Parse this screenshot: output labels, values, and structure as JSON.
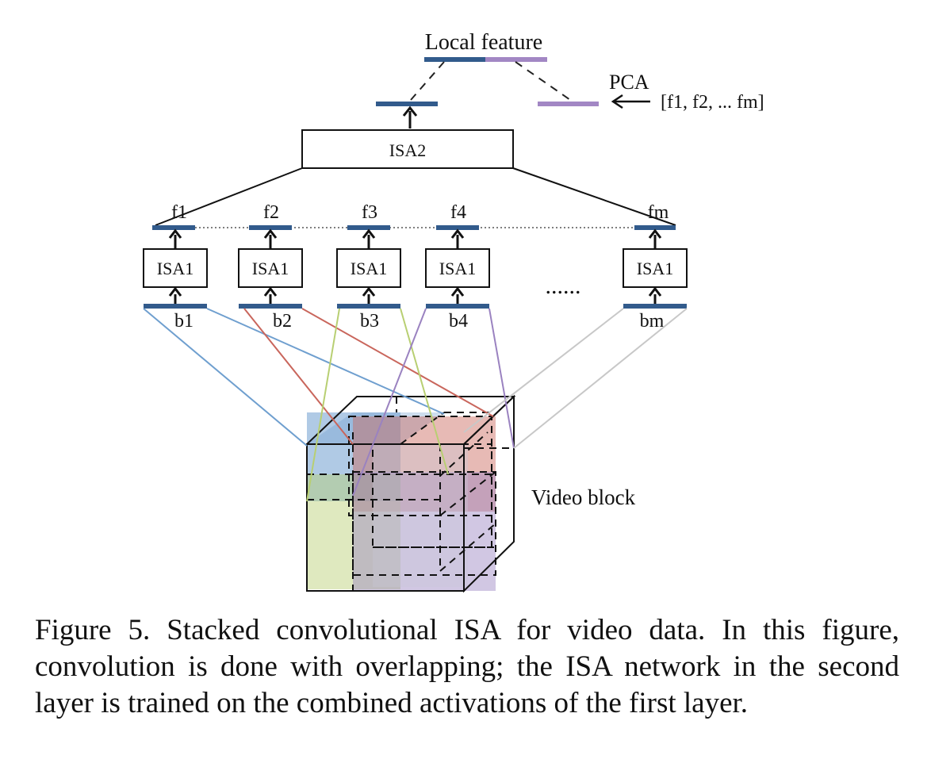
{
  "diagram": {
    "local_feature_label": "Local feature",
    "pca_label": "PCA",
    "pca_input_label": "[f1, f2, ... fm]",
    "isa2_label": "ISA2",
    "ellipsis": "......",
    "video_block_label": "Video block",
    "units": [
      {
        "isa_label": "ISA1",
        "f_label": "f1",
        "b_label": "b1",
        "color": "#6f9fcf"
      },
      {
        "isa_label": "ISA1",
        "f_label": "f2",
        "b_label": "b2",
        "color": "#c9665c"
      },
      {
        "isa_label": "ISA1",
        "f_label": "f3",
        "b_label": "b3",
        "color": "#b8cf72"
      },
      {
        "isa_label": "ISA1",
        "f_label": "f4",
        "b_label": "b4",
        "color": "#9a82c0"
      },
      {
        "isa_label": "ISA1",
        "f_label": "fm",
        "b_label": "bm",
        "color": "#c8c8c8"
      }
    ],
    "colors": {
      "feature_bar": "#325b8c",
      "pca_bar": "#a287c4",
      "dotted_feature": "#8aa3c3"
    }
  },
  "caption": "Figure 5. Stacked convolutional ISA for video data. In this figure, convolution is done with overlapping; the ISA network in the second layer is trained on the combined activations of the first layer."
}
